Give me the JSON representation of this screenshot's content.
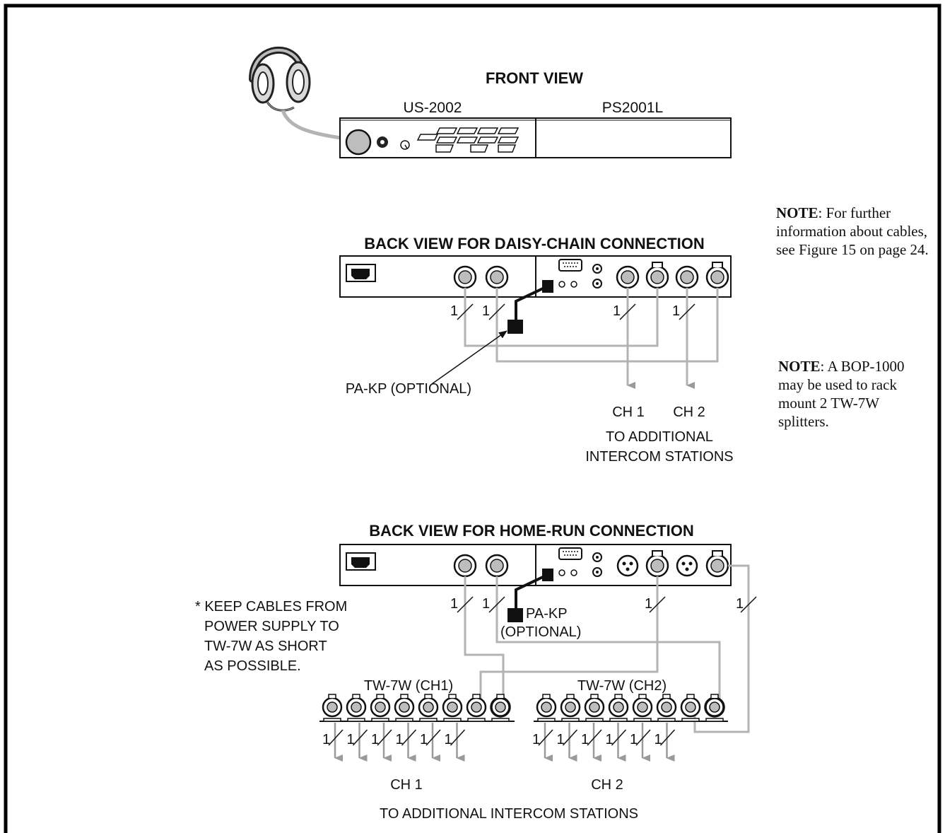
{
  "front": {
    "title": "FRONT VIEW",
    "unit_left": "US-2002",
    "unit_right": "PS2001L"
  },
  "daisy": {
    "title": "BACK VIEW FOR DAISY-CHAIN CONNECTION",
    "pa_kp": "PA-KP (OPTIONAL)",
    "ch1": "CH 1",
    "ch2": "CH 2",
    "dest_line1": "TO ADDITIONAL",
    "dest_line2": "INTERCOM STATIONS",
    "cable_mark": "1"
  },
  "homerun": {
    "title": "BACK VIEW FOR HOME-RUN CONNECTION",
    "pa_kp_line1": "PA-KP",
    "pa_kp_line2": "(OPTIONAL)",
    "keep_line1": "* KEEP CABLES FROM",
    "keep_line2": "POWER SUPPLY TO",
    "keep_line3": "TW-7W AS SHORT",
    "keep_line4": "AS POSSIBLE.",
    "splitter1": "TW-7W (CH1)",
    "splitter2": "TW-7W (CH2)",
    "ch1": "CH 1",
    "ch2": "CH 2",
    "dest": "TO ADDITIONAL INTERCOM STATIONS",
    "cable_mark": "1"
  },
  "notes": {
    "note1_label": "NOTE",
    "note1_text": ": For further information about cables, see Figure 15 on page 24.",
    "note2_label": "NOTE",
    "note2_text": ": A BOP-1000 may be used to rack mount 2 TW-7W splitters."
  }
}
